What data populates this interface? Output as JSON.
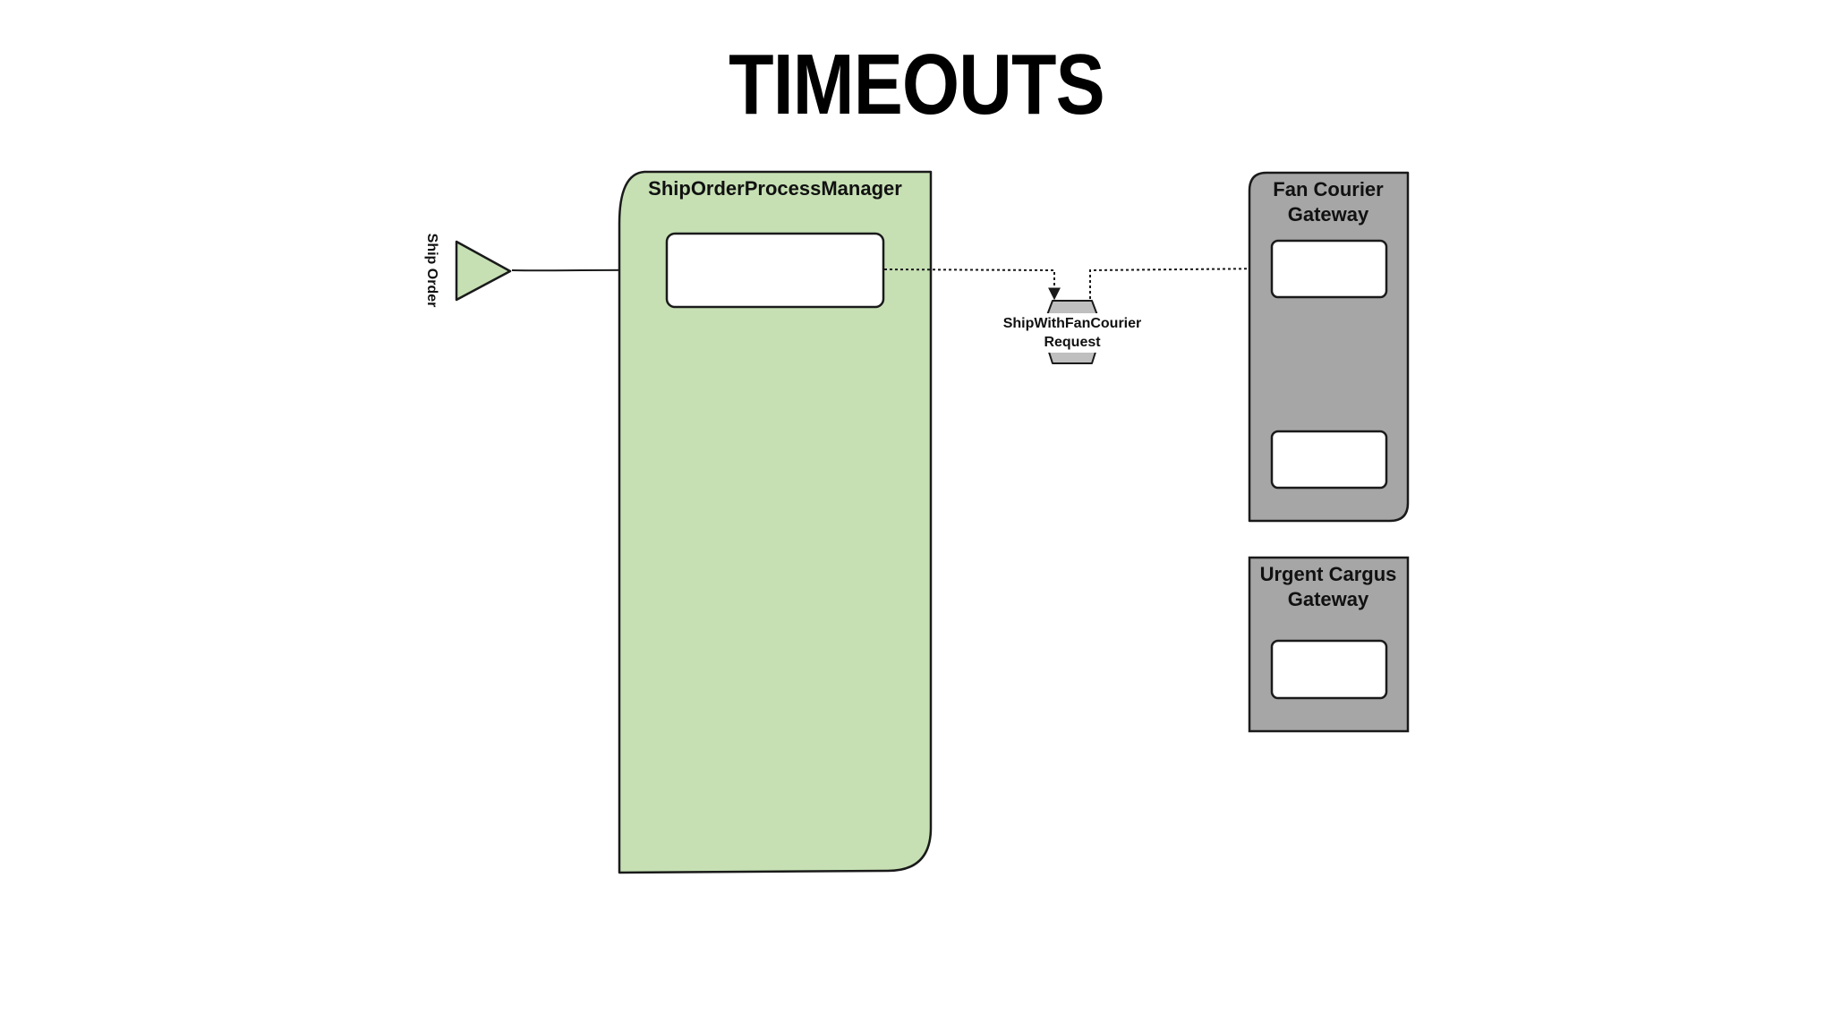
{
  "slide": {
    "title": "TIMEOUTS"
  },
  "trigger": {
    "label": "Ship Order"
  },
  "process_manager": {
    "title": "ShipOrderProcessManager"
  },
  "message": {
    "line1": "ShipWithFanCourier",
    "line2": "Request"
  },
  "fan_courier_gateway": {
    "line1": "Fan Courier",
    "line2": "Gateway"
  },
  "urgent_cargus_gateway": {
    "line1": "Urgent Cargus",
    "line2": "Gateway"
  },
  "colors": {
    "process_manager_fill": "#c6e0b4",
    "gateway_fill": "#a6a6a6",
    "message_fill": "#bfbfbf",
    "stroke": "#1a1a1a",
    "background": "#ffffff"
  }
}
